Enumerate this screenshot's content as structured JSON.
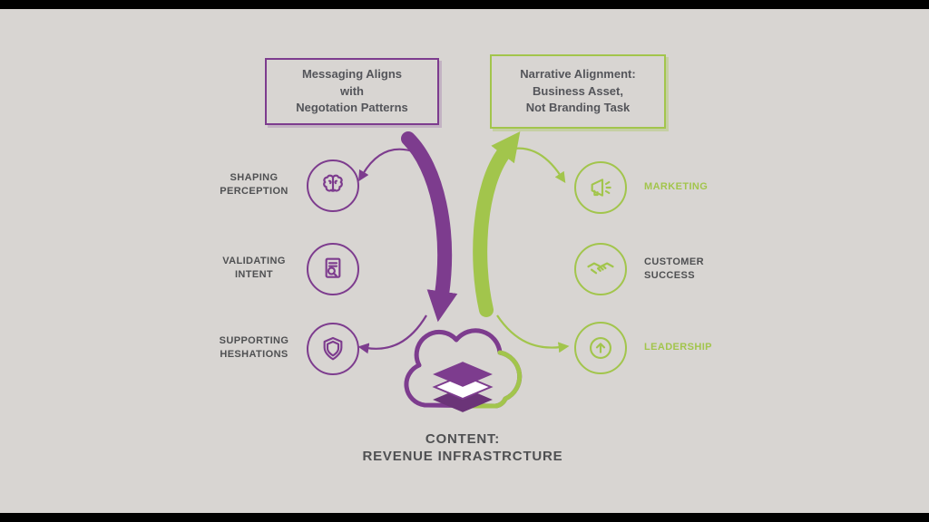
{
  "colors": {
    "purple": "#7d3c8e",
    "green": "#a2c54c",
    "text_dark": "#4f5052",
    "background": "#d8d5d2",
    "letterbox": "#000000"
  },
  "boxes": {
    "messaging": "Messaging Aligns\nwith\nNegotation Patterns",
    "narrative": "Narrative Alignment:\nBusiness Asset,\nNot Branding Task"
  },
  "left_items": [
    {
      "label": "SHAPING\nPERCEPTION",
      "icon": "brain-icon"
    },
    {
      "label": "VALIDATING\nINTENT",
      "icon": "document-search-icon"
    },
    {
      "label": "SUPPORTING\nHESHATIONS",
      "icon": "shield-icon"
    }
  ],
  "right_items": [
    {
      "label": "MARKETING",
      "icon": "megaphone-icon",
      "label_color": "green"
    },
    {
      "label": "CUSTOMER\nSUCCESS",
      "icon": "handshake-icon",
      "label_color": "dark"
    },
    {
      "label": "LEADERSHIP",
      "icon": "arrow-up-circle-icon",
      "label_color": "green"
    }
  ],
  "center": {
    "label": "CONTENT:\nREVENUE INFRASTRCTURE",
    "icon": "cloud-stack-icon"
  }
}
